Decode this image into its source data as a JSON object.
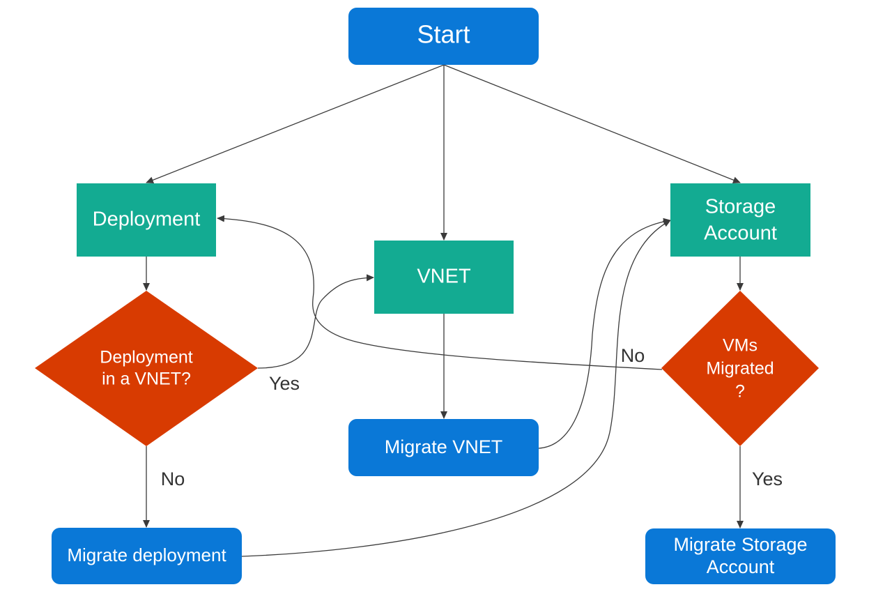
{
  "colors": {
    "blue": "#0a78d7",
    "teal": "#13ab92",
    "orange": "#d83b01",
    "line": "#3a3a3a"
  },
  "nodes": {
    "start": {
      "text": "Start"
    },
    "deployment": {
      "text": "Deployment"
    },
    "vnet": {
      "text": "VNET"
    },
    "storage_account": {
      "line1": "Storage",
      "line2": "Account"
    },
    "decision_deployment_vnet": {
      "line1": "Deployment",
      "line2": "in a VNET?"
    },
    "decision_vms_migrated": {
      "line1": "VMs",
      "line2": "Migrated",
      "line3": "?"
    },
    "migrate_vnet": {
      "text": "Migrate VNET"
    },
    "migrate_deployment": {
      "text": "Migrate deployment"
    },
    "migrate_storage_account": {
      "line1": "Migrate Storage",
      "line2": "Account"
    }
  },
  "edge_labels": {
    "yes_left": "Yes",
    "no_left": "No",
    "no_right": "No",
    "yes_right": "Yes"
  }
}
